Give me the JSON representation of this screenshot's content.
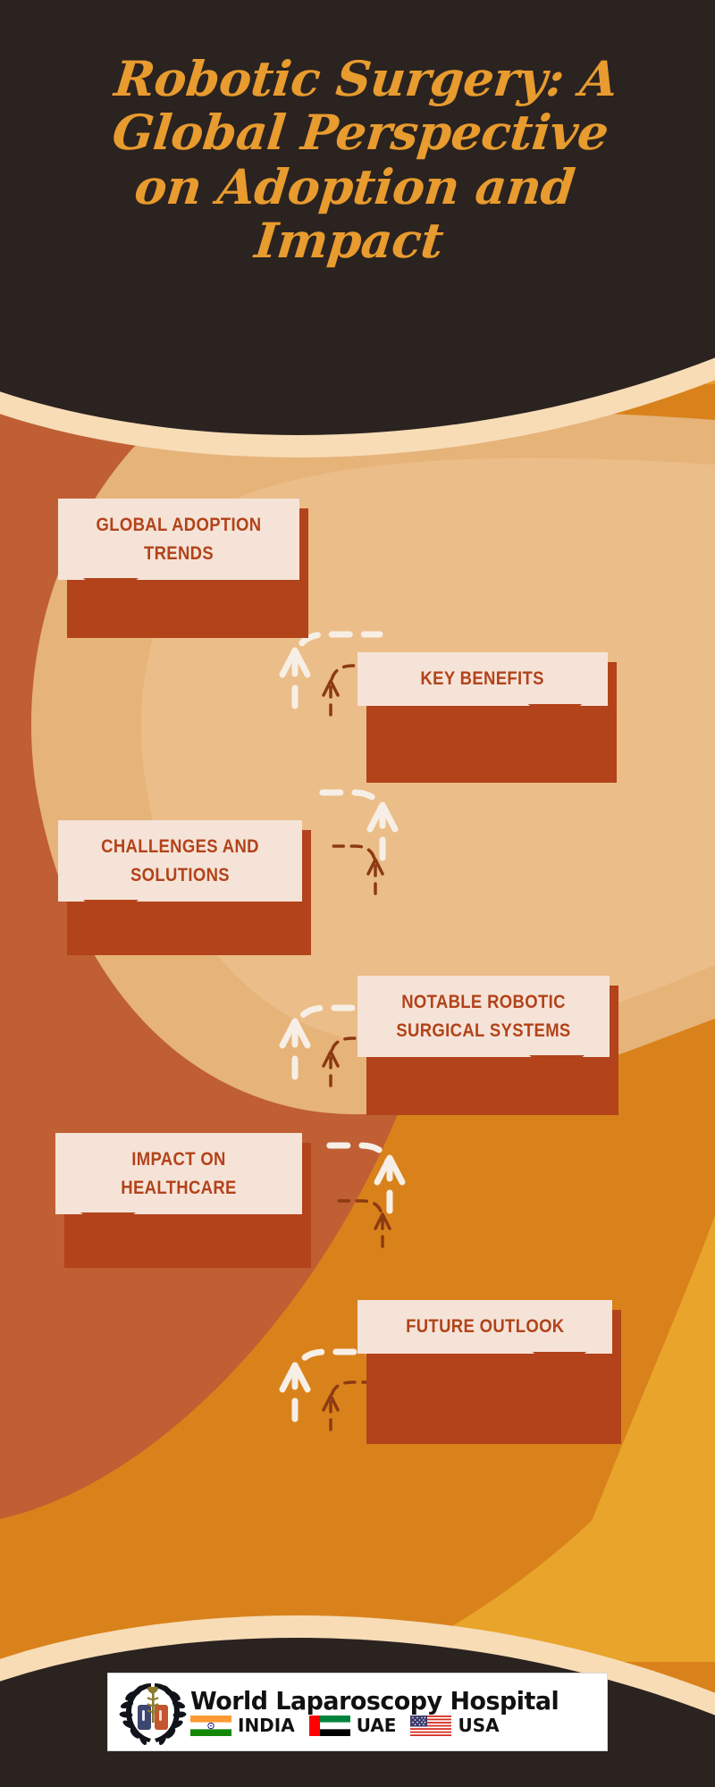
{
  "meta": {
    "title": "Robotic Surgery: A Global Perspective on Adoption and Impact",
    "title_lines": [
      "Robotic Surgery: A",
      "Global Perspective",
      "on Adoption and",
      "Impact"
    ]
  },
  "colors": {
    "background_orange": "#E89B2E",
    "header_dark": "#2B2320",
    "title_orange": "#E89B2E",
    "cream_stripe": "#F7DCB6",
    "brick": "#BF5F33",
    "tan": "#E6B379",
    "deep_orange": "#D9821B",
    "card_bg": "#F6E3D8",
    "card_shadow": "#B2431A",
    "label_text": "#B2431A",
    "arrow_white": "#F7EFE6",
    "arrow_dark": "#8C3A13"
  },
  "steps": [
    {
      "id": "global-adoption-trends",
      "label": "GLOBAL ADOPTION TRENDS",
      "side": "left"
    },
    {
      "id": "key-benefits",
      "label": "KEY BENEFITS",
      "side": "right"
    },
    {
      "id": "challenges-and-solutions",
      "label": "CHALLENGES AND SOLUTIONS",
      "side": "left"
    },
    {
      "id": "notable-robotic-systems",
      "label": "NOTABLE ROBOTIC SURGICAL SYSTEMS",
      "side": "right"
    },
    {
      "id": "impact-on-healthcare",
      "label": "IMPACT ON HEALTHCARE",
      "side": "left"
    },
    {
      "id": "future-outlook",
      "label": "FUTURE OUTLOOK",
      "side": "right"
    }
  ],
  "footer": {
    "logo_name": "World Laparoscopy Hospital",
    "countries": [
      "INDIA",
      "UAE",
      "USA"
    ],
    "emblem_icon": "laurel-wreath-caduceus-emblem"
  }
}
